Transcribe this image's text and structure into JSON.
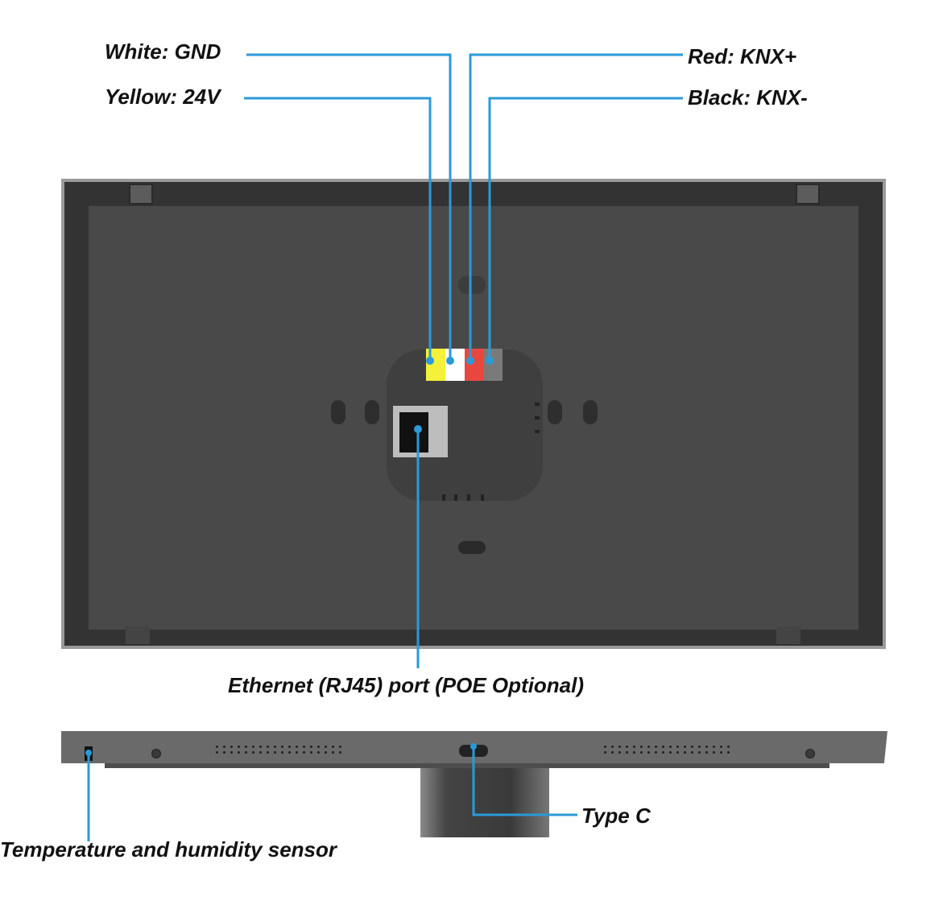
{
  "title": "Panel rear and side connection diagram",
  "labels": {
    "white_gnd": "White: GND",
    "yellow_24v": "Yellow: 24V",
    "red_knx_plus": "Red: KNX+",
    "black_knx_minus": "Black: KNX-",
    "ethernet": "Ethernet (RJ45) port (POE Optional)",
    "type_c": "Type C",
    "temp_humidity": "Temperature and humidity sensor"
  },
  "terminals": [
    {
      "name": "yellow",
      "function": "24V",
      "color": "#f5f03a"
    },
    {
      "name": "white",
      "function": "GND",
      "color": "#ffffff"
    },
    {
      "name": "red",
      "function": "KNX+",
      "color": "#e8473f"
    },
    {
      "name": "black",
      "function": "KNX-",
      "color": "#7a7a7a"
    }
  ],
  "colors": {
    "leader_line": "#2a9ad8",
    "panel": "#494949",
    "frame": "#9a9a9a",
    "label_text": "#111111"
  }
}
